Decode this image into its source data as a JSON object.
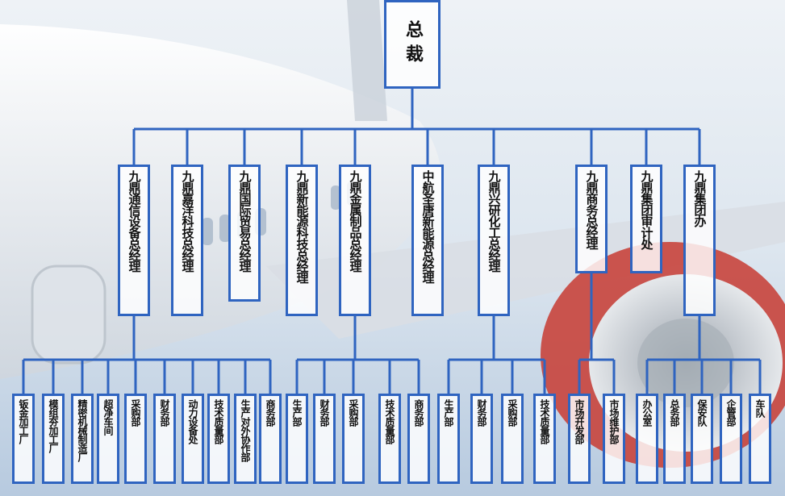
{
  "root": {
    "label": "总裁"
  },
  "divisions": [
    {
      "label": "九鼎通信设备总经理",
      "children": [
        "钣金加工厂",
        "模组夯加工厂",
        "精密机械制造厂",
        "超净车间",
        "采购部",
        "财务部",
        "动力设备处",
        "技术质量部",
        "生产对外协作部",
        "商务部"
      ]
    },
    {
      "label": "九鼎嘉洋科技总经理",
      "children": []
    },
    {
      "label": "九鼎国际贸易总经理",
      "children": []
    },
    {
      "label": "九鼎新能源科技总经理",
      "children": []
    },
    {
      "label": "九鼎金属制品总经理",
      "children": [
        "生产部",
        "财务部",
        "采购部",
        "技术质量部",
        "商务部"
      ]
    },
    {
      "label": "中航圣唐新能源总经理",
      "children": []
    },
    {
      "label": "九鼎兴研化工总经理",
      "children": [
        "生产部",
        "财务部",
        "采购部",
        "技术质量部"
      ]
    },
    {
      "label": "九鼎商务总经理",
      "children": [
        "市场开发部",
        "市场维护部"
      ]
    },
    {
      "label": "九鼎集团审计处",
      "children": []
    },
    {
      "label": "九鼎集团办",
      "children": [
        "办公室",
        "总务部",
        "保安队",
        "企管部",
        "车队"
      ]
    }
  ],
  "colors": {
    "line": "#2f64c0",
    "sky_top": "#e9eef4",
    "sky_bottom": "#b9cde2",
    "engine": "#c8443c"
  }
}
